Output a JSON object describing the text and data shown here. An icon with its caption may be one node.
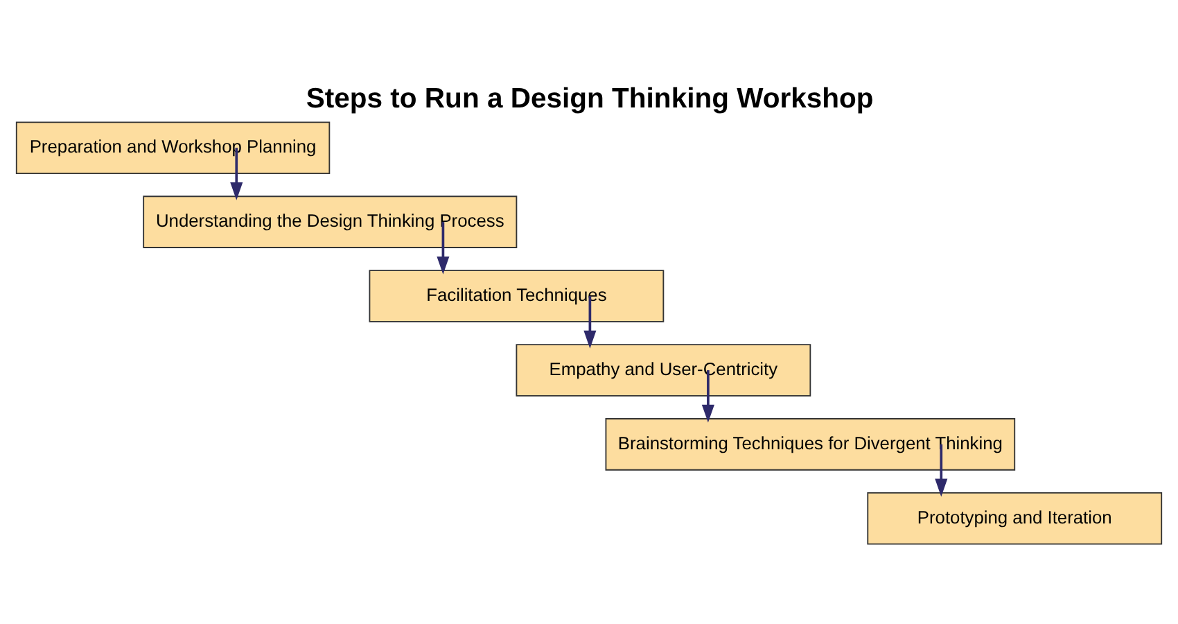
{
  "diagram": {
    "title": "Steps to Run a Design Thinking Workshop",
    "nodes": [
      {
        "text": [
          "Preparation and Workshop Planning"
        ]
      },
      {
        "text": [
          "Understanding the Design Thinking Process"
        ]
      },
      {
        "text": [
          "Facilitation Techniques"
        ]
      },
      {
        "text": [
          "Empathy and User-Centricity"
        ]
      },
      {
        "text": [
          "Brainstorming Techniques for Divergent Thinking"
        ]
      },
      {
        "text": [
          "Prototyping and Iteration"
        ]
      }
    ],
    "edges": [
      {
        "from": 0,
        "to": 1,
        "arrow": "to"
      },
      {
        "from": 1,
        "to": 2,
        "arrow": "to"
      },
      {
        "from": 2,
        "to": 3,
        "arrow": "to"
      },
      {
        "from": 3,
        "to": 4,
        "arrow": "to"
      },
      {
        "from": 4,
        "to": 5,
        "arrow": "to"
      }
    ]
  }
}
